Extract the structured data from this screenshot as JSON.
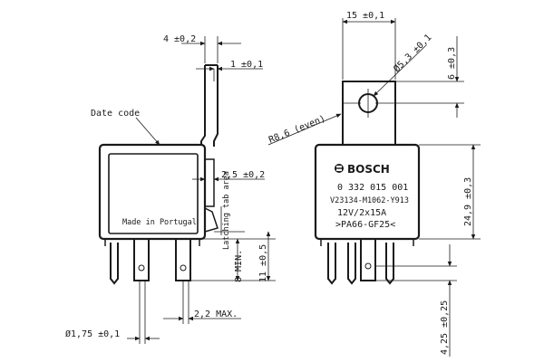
{
  "labels": {
    "dim_top_width": "15 ±0,1",
    "dim_hole_dia": "Ø5,3 ±0,1",
    "dim_hole_offset": "6 ±0,3",
    "dim_radius": "R8,6 (even)",
    "dim_body_height": "24,9 ±0,3",
    "dim_tab_height": "4,25 ±0,25",
    "dim_tab_width": "4 ±0,2",
    "dim_tab_thickness": "1 ±0,1",
    "date_code": "Date code",
    "dim_latch_offset": "2,5 ±0,2",
    "latching_tab_area": "Latching tab area",
    "dim_pin_len_min": "8 MIN.",
    "dim_pin_len": "11 ±0,5",
    "dim_pin_dia": "Ø1,75 ±0,1",
    "dim_pin_gap": "2,2 MAX.",
    "made_in": "Made in Portugal"
  },
  "front_label": {
    "brand": "BOSCH",
    "part_number": "0 332 015 001",
    "variant": "V23134-M1062-Y913",
    "rating": "12V/2x15A",
    "material": ">PA66-GF25<"
  },
  "icons": {
    "brand_logo": "bosch-armature-icon"
  }
}
